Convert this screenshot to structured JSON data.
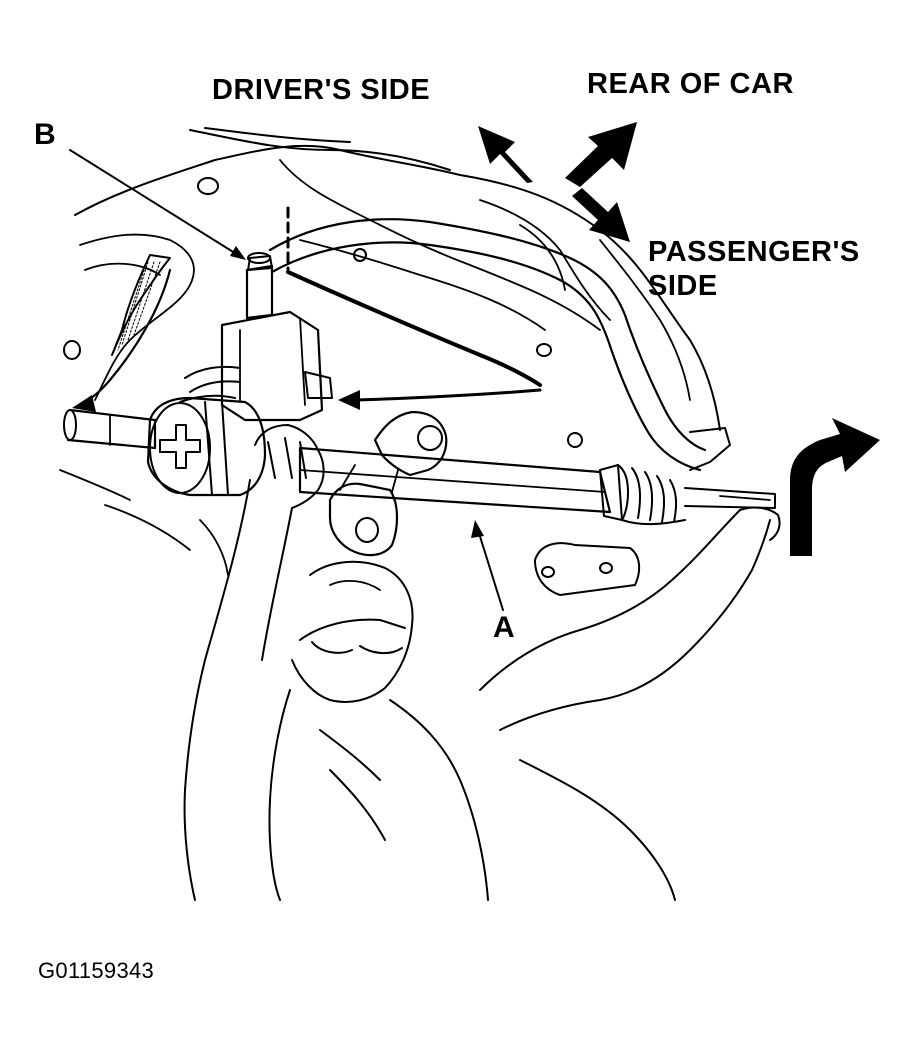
{
  "labels": {
    "drivers_side": "DRIVER'S SIDE",
    "rear_of_car": "REAR OF CAR",
    "passengers_side_line1": "PASSENGER'S",
    "passengers_side_line2": "SIDE",
    "callout_a": "A",
    "callout_b": "B",
    "figure_code": "G01159343"
  },
  "colors": {
    "ink": "#000000",
    "paper": "#ffffff"
  }
}
